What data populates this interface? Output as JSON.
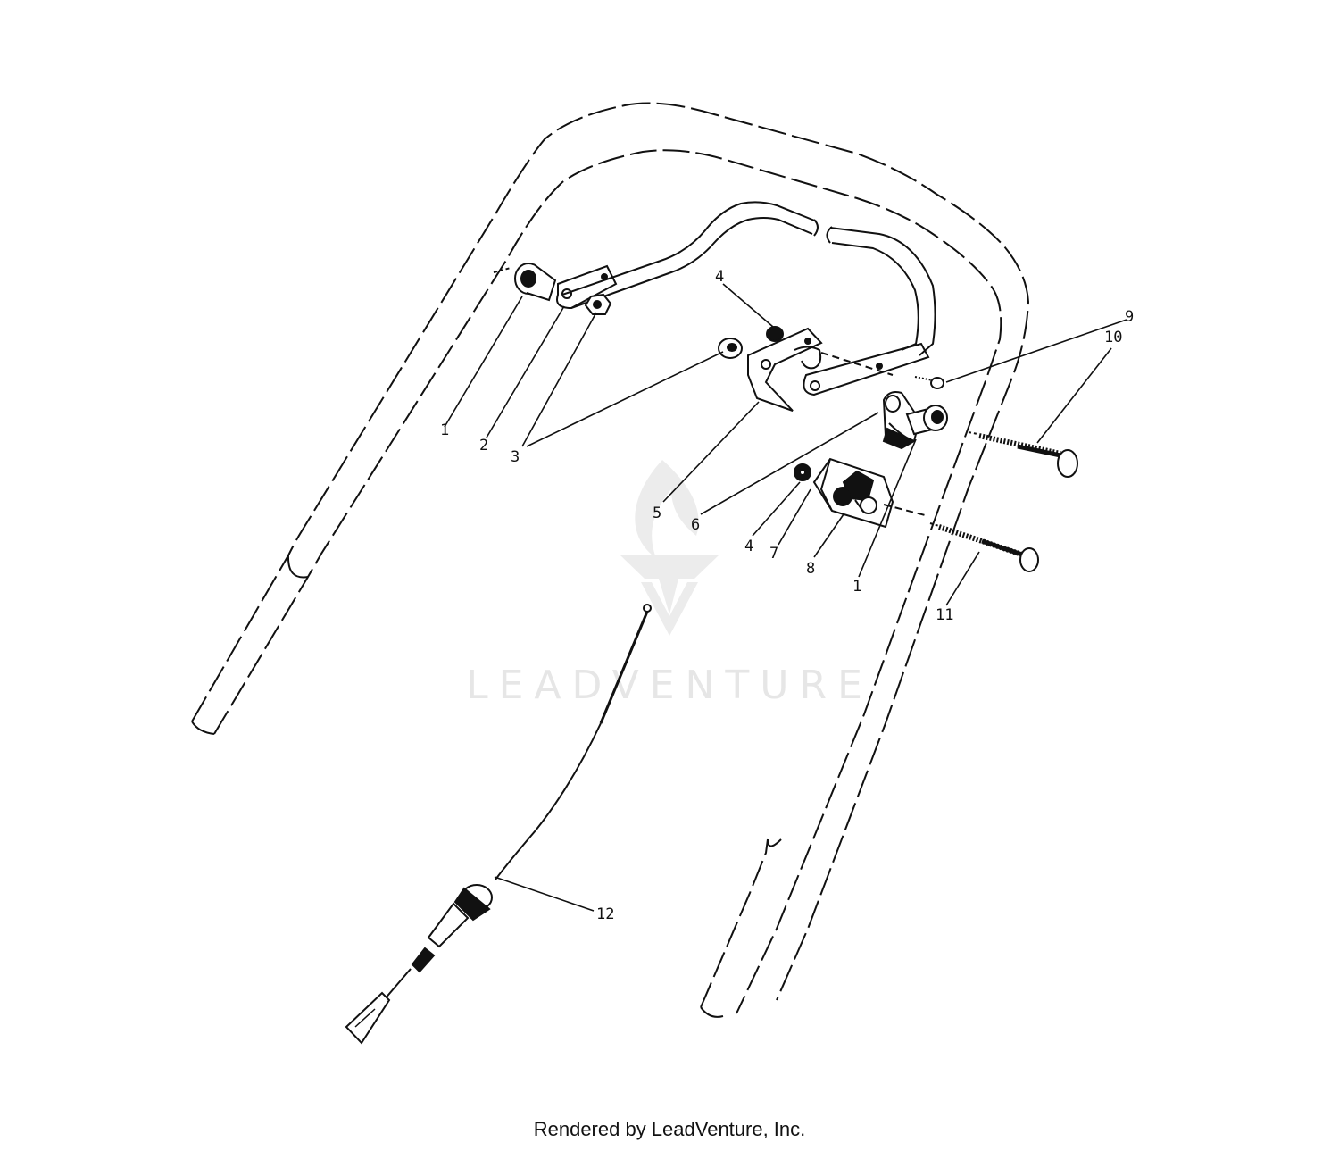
{
  "diagram": {
    "callouts": [
      {
        "id": "c1a",
        "text": "1"
      },
      {
        "id": "c2",
        "text": "2"
      },
      {
        "id": "c3",
        "text": "3"
      },
      {
        "id": "c4a",
        "text": "4"
      },
      {
        "id": "c5",
        "text": "5"
      },
      {
        "id": "c6",
        "text": "6"
      },
      {
        "id": "c4b",
        "text": "4"
      },
      {
        "id": "c7",
        "text": "7"
      },
      {
        "id": "c8",
        "text": "8"
      },
      {
        "id": "c1b",
        "text": "1"
      },
      {
        "id": "c9",
        "text": "9"
      },
      {
        "id": "c10",
        "text": "10"
      },
      {
        "id": "c11",
        "text": "11"
      },
      {
        "id": "c12",
        "text": "12"
      }
    ]
  },
  "watermark": {
    "text": "LEADVENTURE",
    "icon": "leadventure-logo-icon"
  },
  "footer": {
    "text": "Rendered by LeadVenture, Inc."
  },
  "colors": {
    "line": "#111111",
    "watermark": "#e6e6e6",
    "background": "#ffffff"
  }
}
